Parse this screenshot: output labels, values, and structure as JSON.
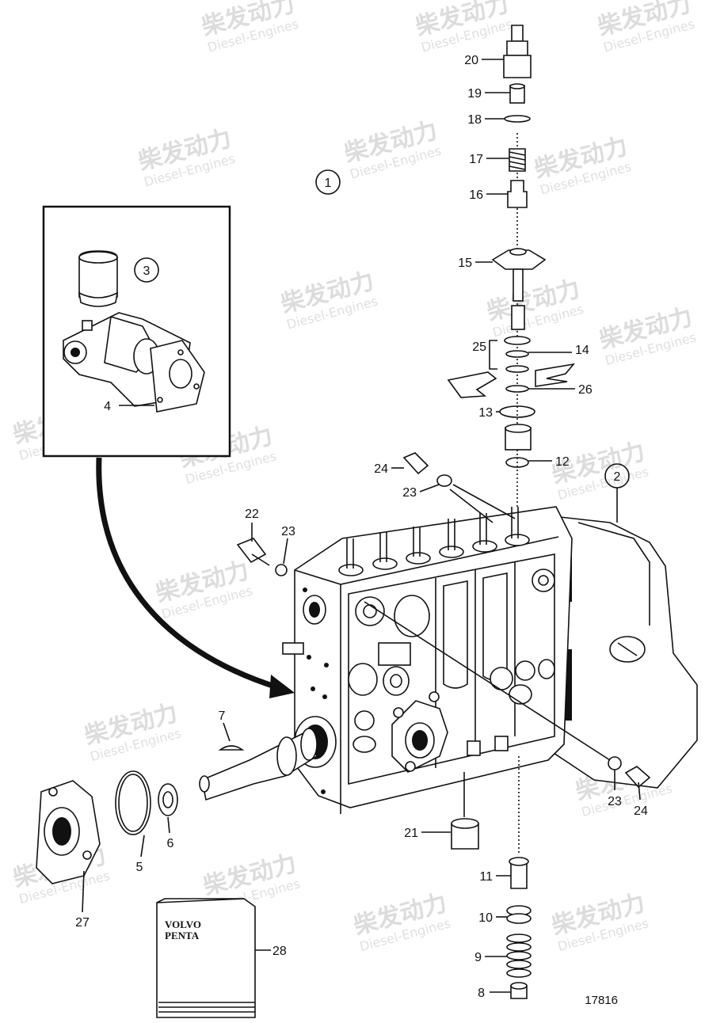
{
  "watermark": {
    "brand_cn": "柴发动力",
    "brand_en": "Diesel-Engines"
  },
  "callouts": [
    {
      "id": "c1",
      "label": "1"
    },
    {
      "id": "c2",
      "label": "2"
    },
    {
      "id": "c3",
      "label": "3"
    }
  ],
  "part_labels": {
    "p4": "4",
    "p5": "5",
    "p6": "6",
    "p7": "7",
    "p8": "8",
    "p9": "9",
    "p10": "10",
    "p11": "11",
    "p12": "12",
    "p13": "13",
    "p14": "14",
    "p15": "15",
    "p16": "16",
    "p17": "17",
    "p18": "18",
    "p19": "19",
    "p20": "20",
    "p21": "21",
    "p22": "22",
    "p23a": "23",
    "p23b": "23",
    "p23c": "23",
    "p24a": "24",
    "p24b": "24",
    "p25": "25",
    "p26": "26",
    "p27": "27",
    "p28": "28"
  },
  "book": {
    "line1": "VOLVO",
    "line2": "PENTA"
  },
  "drawing_number": "17816"
}
